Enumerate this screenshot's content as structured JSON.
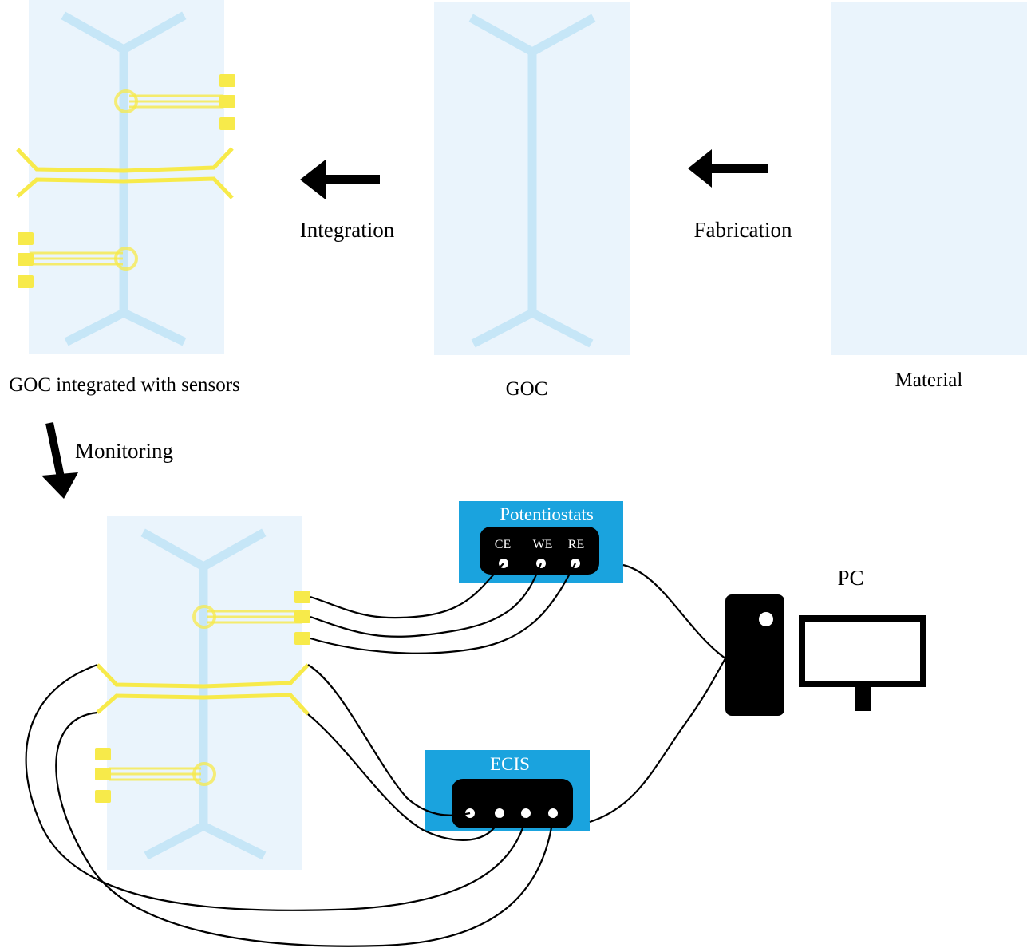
{
  "labels": {
    "integration": "Integration",
    "fabrication": "Fabrication",
    "goc_sensors": "GOC integrated with sensors",
    "goc": "GOC",
    "material": "Material",
    "monitoring": "Monitoring",
    "pc": "PC"
  },
  "potentiostats": {
    "title": "Potentiostats",
    "ports": [
      "CE",
      "WE",
      "RE"
    ]
  },
  "ecis": {
    "title": "ECIS"
  },
  "colors": {
    "chip": "#eaf4fc",
    "channel": "#c6e6f7",
    "sensor": "#f7ea4a",
    "sensor_light": "#f9f0a0",
    "instrument_blue": "#1aa3de",
    "black": "#000000"
  }
}
